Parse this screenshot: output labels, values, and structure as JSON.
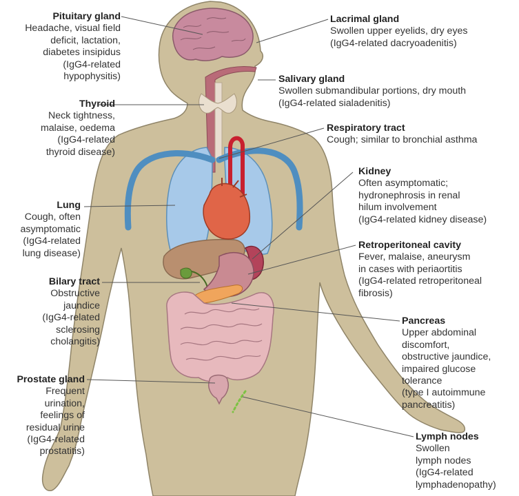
{
  "labels": {
    "pituitary": {
      "title": "Pituitary gland",
      "lines": [
        "Headache, visual field",
        "deficit, lactation,",
        "diabetes insipidus",
        "(IgG4-related",
        "hypophysitis)"
      ]
    },
    "thyroid": {
      "title": "Thyroid",
      "lines": [
        "Neck tightness,",
        "malaise, oedema",
        "(IgG4-related",
        "thyroid disease)"
      ]
    },
    "lung": {
      "title": "Lung",
      "lines": [
        "Cough, often",
        "asymptomatic",
        "(IgG4-related",
        "lung disease)"
      ]
    },
    "biliary": {
      "title": "Bilary tract",
      "lines": [
        "Obstructive",
        "jaundice",
        "(IgG4-related",
        "sclerosing",
        "cholangitis)"
      ]
    },
    "prostate": {
      "title": "Prostate gland",
      "lines": [
        "Frequent",
        "urination,",
        "feelings of",
        "residual urine",
        "(IgG4-related",
        "prostatitis)"
      ]
    },
    "lacrimal": {
      "title": "Lacrimal gland",
      "lines": [
        "Swollen upper eyelids, dry eyes",
        "(IgG4-related dacryoadenitis)"
      ]
    },
    "salivary": {
      "title": "Salivary gland",
      "lines": [
        "Swollen submandibular portions, dry mouth",
        "(IgG4-related sialadenitis)"
      ]
    },
    "respiratory": {
      "title": "Respiratory tract",
      "lines": [
        "Cough; similar to bronchial asthma"
      ]
    },
    "kidney": {
      "title": "Kidney",
      "lines": [
        "Often asymptomatic;",
        "hydronephrosis in renal",
        "hilum involvement",
        "(IgG4-related kidney disease)"
      ]
    },
    "retroperitoneal": {
      "title": "Retroperitoneal cavity",
      "lines": [
        "Fever, malaise, aneurysm",
        "in cases with periaortitis",
        "(IgG4-related retroperitoneal",
        "fibrosis)"
      ]
    },
    "pancreas": {
      "title": "Pancreas",
      "lines": [
        "Upper abdominal",
        "discomfort,",
        "obstructive jaundice,",
        "impaired glucose",
        "tolerance",
        "(type I autoimmune",
        "pancreatitis)"
      ]
    },
    "lymph": {
      "title": "Lymph nodes",
      "lines": [
        "Swollen",
        "lymph nodes",
        "(IgG4-related",
        "lymphadenopathy)"
      ]
    }
  },
  "colors": {
    "body": "#cdbf9c",
    "body_outline": "#8f8468",
    "lung": "#a7c9e9",
    "airway": "#4f8ec0",
    "heart": "#e06548",
    "aorta": "#c8202f",
    "liver": "#b98f6f",
    "stomach": "#c98a92",
    "intestine": "#e7b9bd",
    "brain": "#c88a9e",
    "pancreas": "#f0a55c",
    "gallbladder": "#6a9b3c",
    "lymph": "#7cc243",
    "leader_line": "#555555"
  }
}
